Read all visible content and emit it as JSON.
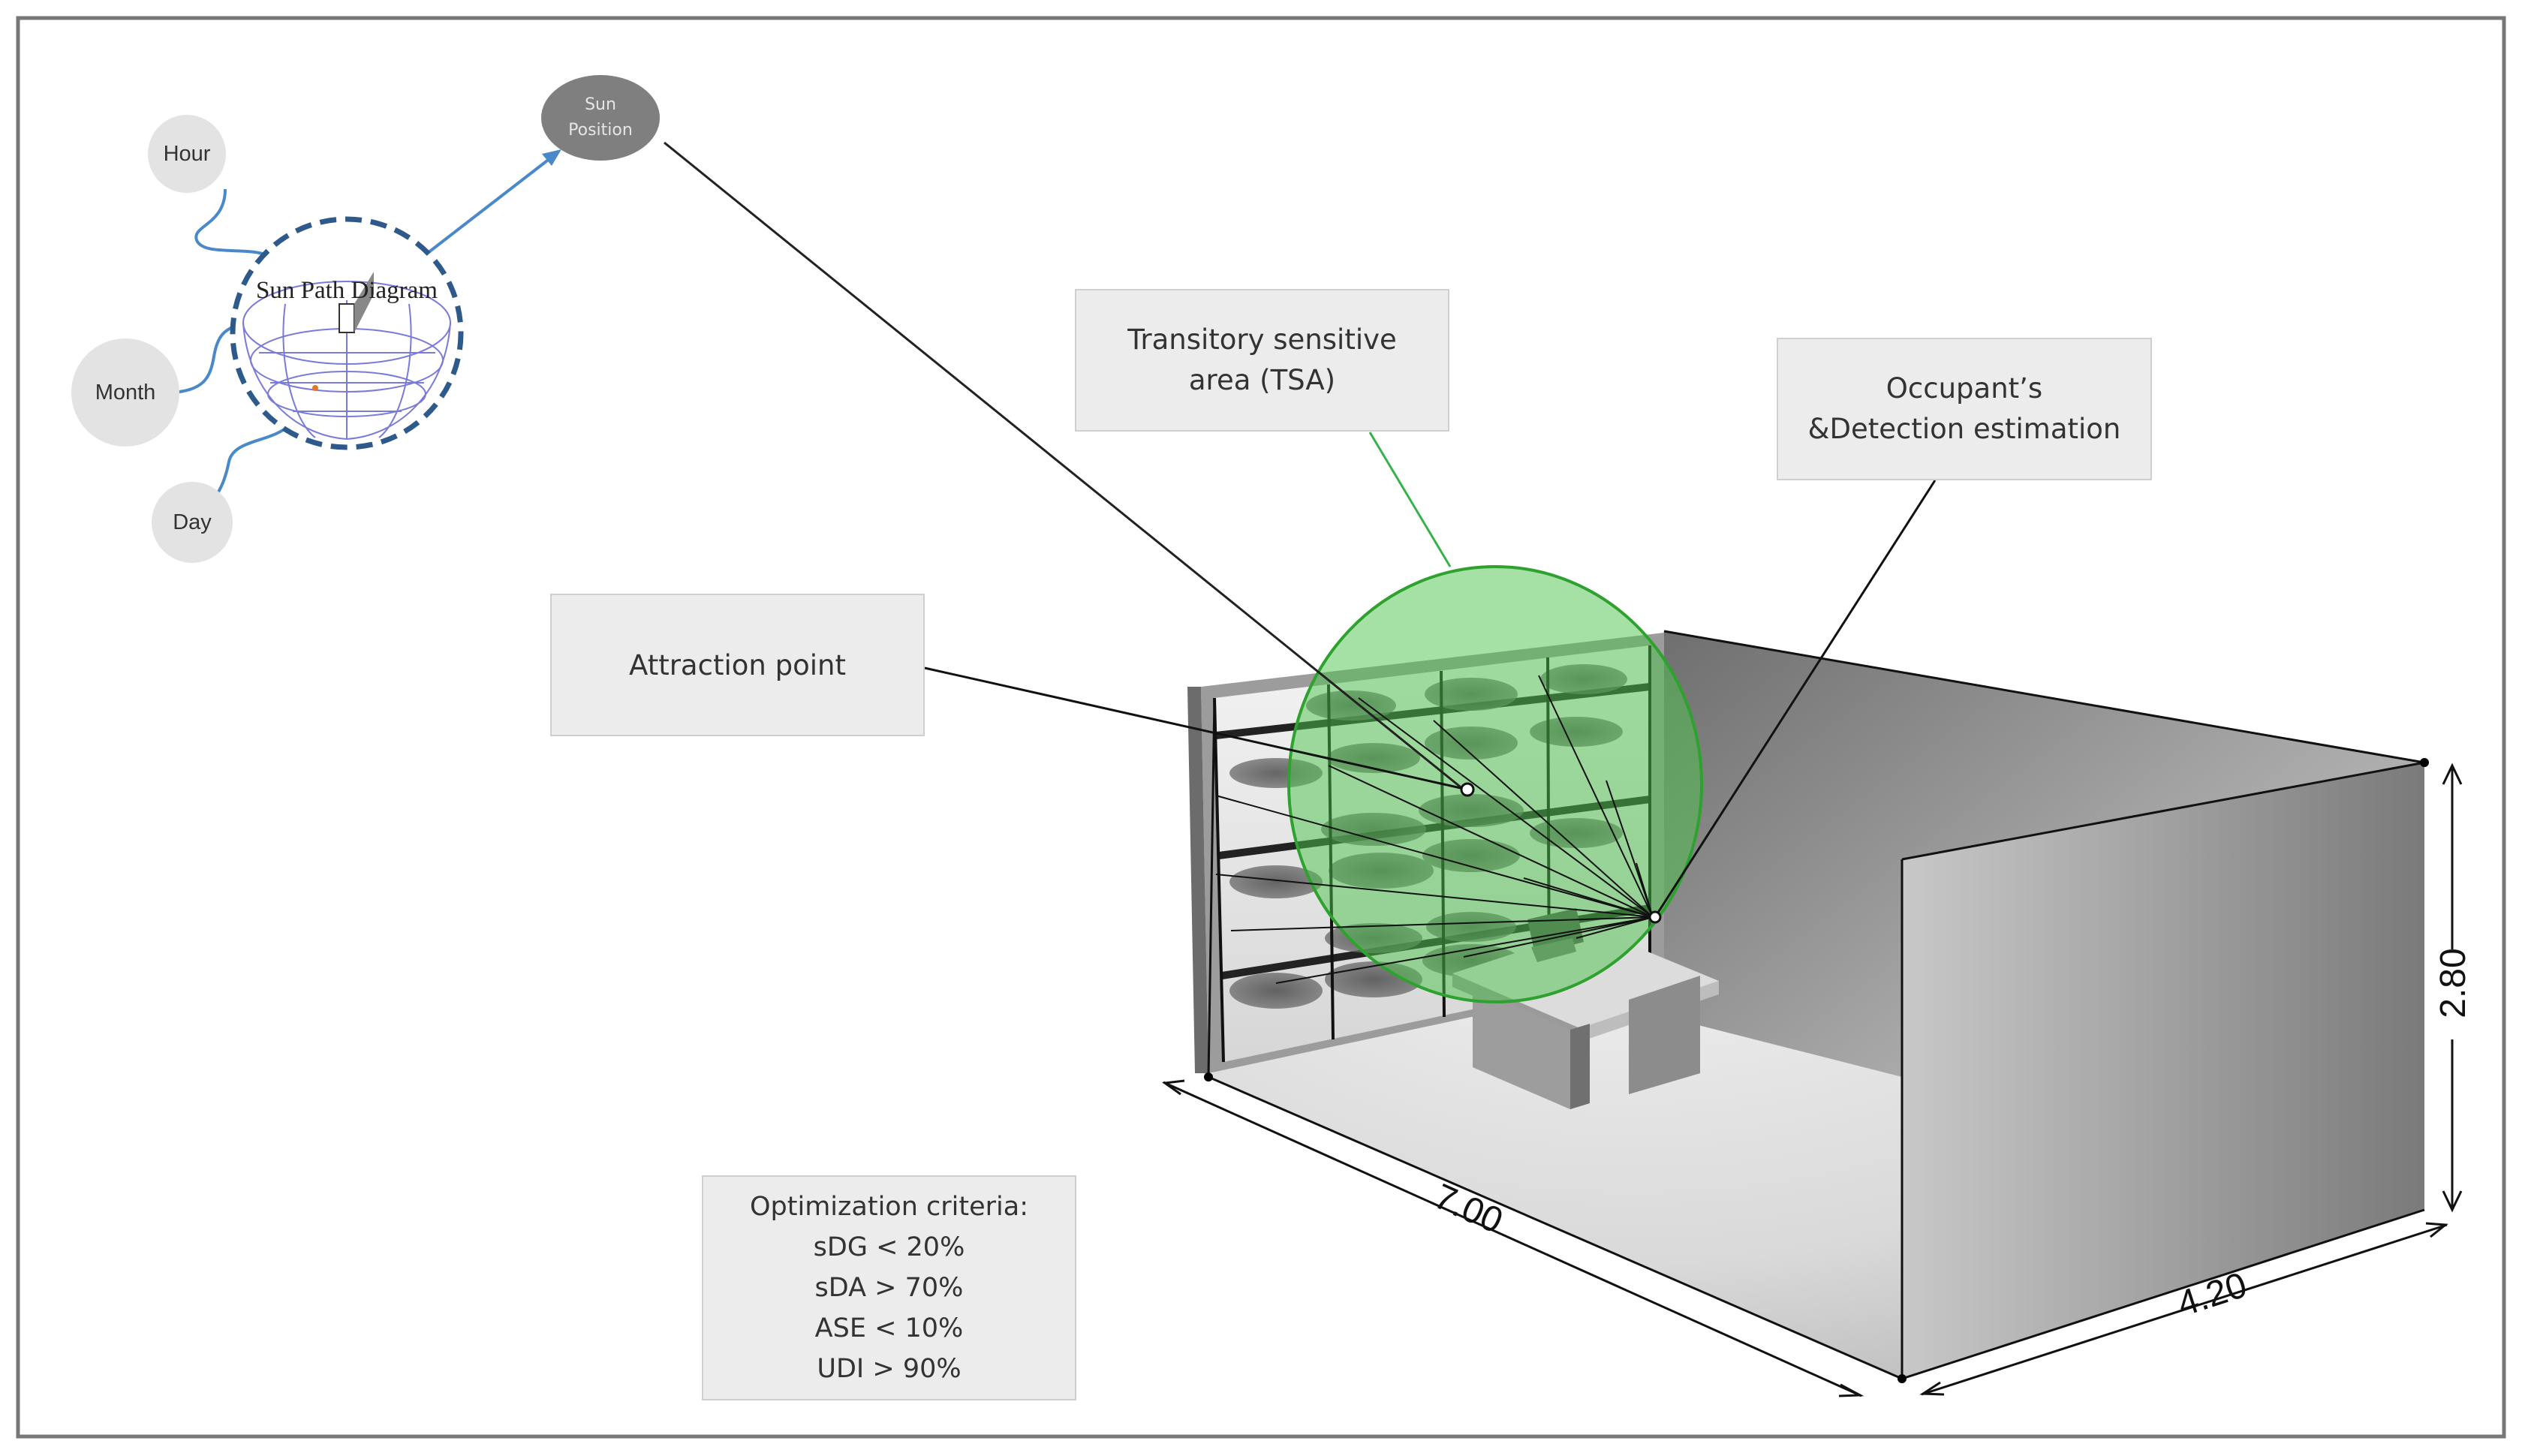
{
  "inputs": {
    "hour": "Hour",
    "month": "Month",
    "day": "Day"
  },
  "sun_path_diagram": {
    "label": "Sun Path Diagram"
  },
  "sun_position": {
    "line1": "Sun",
    "line2": "Position"
  },
  "callouts": {
    "tsa": {
      "line1": "Transitory sensitive",
      "line2": "area (TSA)"
    },
    "occupant": {
      "line1": "Occupant’s",
      "line2": "&Detection estimation"
    },
    "attraction": "Attraction point"
  },
  "criteria": {
    "title": "Optimization criteria:",
    "items": [
      "sDG < 20%",
      "sDA > 70%",
      "ASE < 10%",
      "UDI > 90%"
    ]
  },
  "dimensions": {
    "length": "7.00",
    "width": "4.20",
    "height": "2.80"
  },
  "colors": {
    "frame": "#777777",
    "callout_fill": "#ececec",
    "bubble_fill": "#e3e3e3",
    "sun_position_fill": "#7f7f7f",
    "tsa_green": "#4cc44c",
    "wire_blue": "#4a89c9",
    "dashed_ring": "#2d5a8a"
  }
}
